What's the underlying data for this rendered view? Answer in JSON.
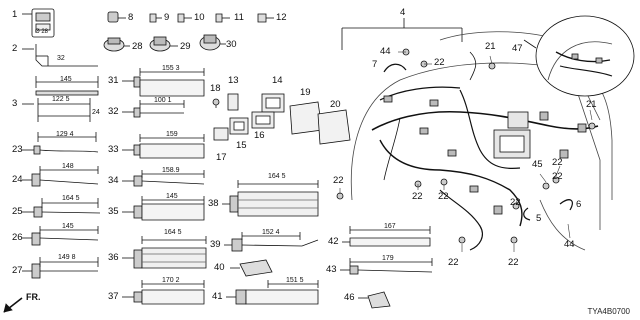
{
  "diagram_code": "TYA4B0700",
  "direction": "FR.",
  "connector_small_text": "Ø 28",
  "callouts": {
    "c1": "1",
    "c2": "2",
    "c3": "3",
    "c4": "4",
    "c5": "5",
    "c6": "6",
    "c7": "7",
    "c8": "8",
    "c9": "9",
    "c10": "10",
    "c11": "11",
    "c12": "12",
    "c13": "13",
    "c14": "14",
    "c15": "15",
    "c16": "16",
    "c17": "17",
    "c18": "18",
    "c19": "19",
    "c20": "20",
    "c21a": "21",
    "c21b": "21",
    "c22a": "22",
    "c22b": "22",
    "c22c": "22",
    "c22d": "22",
    "c22e": "22",
    "c22f": "22",
    "c22g": "22",
    "c22h": "22",
    "c22i": "22",
    "c23": "23",
    "c24": "24",
    "c25": "25",
    "c26": "26",
    "c27": "27",
    "c28": "28",
    "c29": "29",
    "c30": "30",
    "c31": "31",
    "c32": "32",
    "c33": "33",
    "c34": "34",
    "c35": "35",
    "c36": "36",
    "c37": "37",
    "c38": "38",
    "c39": "39",
    "c40": "40",
    "c41": "41",
    "c42": "42",
    "c43": "43",
    "c44a": "44",
    "c44b": "44",
    "c45": "45",
    "c46": "46",
    "c47": "47",
    "c24dim": "24"
  },
  "dimensions": {
    "d2": "32",
    "d2b": "145",
    "d3": "122 5",
    "d23": "129 4",
    "d24": "148",
    "d25": "164 5",
    "d26": "145",
    "d27": "149 8",
    "d31": "155 3",
    "d32": "100 1",
    "d33": "159",
    "d34": "158.9",
    "d35": "145",
    "d36": "164 5",
    "d37": "170 2",
    "d38": "164 5",
    "d39": "152 4",
    "d41": "151 5",
    "d42": "167",
    "d43": "179"
  }
}
